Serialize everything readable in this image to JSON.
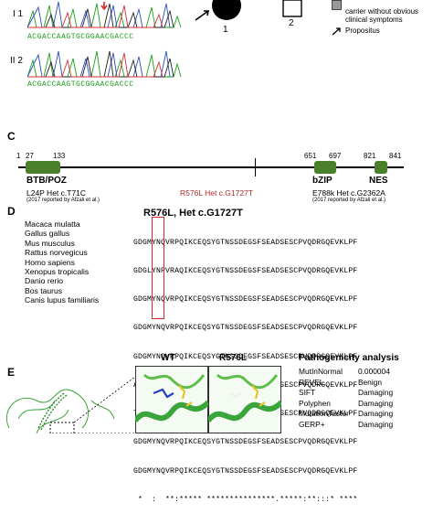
{
  "panelA": {
    "row1_label": "I 1",
    "row2_label": "II 2",
    "seq1": "ACGACCAAGTGCGGAACGACCC",
    "seq2": "ACGACCAAGTGCGGAACGACCC",
    "trace_colors": [
      "#1a9e1a",
      "#222222",
      "#d43030",
      "#2a4ec4"
    ]
  },
  "panelB": {
    "node1": "1",
    "node2": "2",
    "legend_carrier": "carrier without obvious clinical symptoms",
    "legend_propositus": "Propositus"
  },
  "panelC": {
    "letter": "C",
    "positions": [
      "1",
      "27",
      "133",
      "651",
      "697",
      "821",
      "841"
    ],
    "domains": [
      "BTB/POZ",
      "bZIP",
      "NES"
    ],
    "mutations": [
      {
        "text": "L24P Het c.T71C",
        "note": "(2017 reported  by Afzali et al.)"
      },
      {
        "text": "R576L Het c.G1727T",
        "note": ""
      },
      {
        "text": "E788k Het c.G2362A",
        "note": "(2017 reported  by Afzali et al.)"
      }
    ],
    "domain_color": "#4a7f2c",
    "highlight_color": "#b02a2a"
  },
  "panelD": {
    "letter": "D",
    "title": "R576L, Het c.G1727T",
    "rows": [
      {
        "species": "Macaca mulatta",
        "seq": "GDGMYNQVRPQIKCEQSYGTNSSDEGSFSEADSESCPVQDRGQEVKLPF"
      },
      {
        "species": "Gallus gallus",
        "seq": "GDGLYNPVRAQIKCEQSYGTNSSDEGSFSEADSESCPVQDRGQEVKLPF"
      },
      {
        "species": "Mus musculus",
        "seq": "GDGMYNQVRPQIKCEQSYGTNSSDEGSFSEADSESCPVQDRGQEVKLPF"
      },
      {
        "species": "Rattus norvegicus",
        "seq": "GDGMYNQVRPQIKCEQSYGTNSSDEGSFSEADSESCPVQDRGQEVKLPF"
      },
      {
        "species": "Homo sapiens",
        "seq": "GDGMYNQVRPQIKCEQSYGTNSSDEGSFSEADSESCPVQDRGQEVKLPF"
      },
      {
        "species": "Xenopus tropicalis",
        "seq": "AD--YNQVRPQIKCEQSYGTNSSDEGSFSEADSESCPVQDRGQEVKLPF"
      },
      {
        "species": "Danio rerio",
        "seq": "TDALFARVRPQIKCEQSYGTNSSDEGSFSEADSESCPVQDRGQEVKLPF"
      },
      {
        "species": "Bos taurus",
        "seq": "GDGMYNQVRPQIKCEQSYGTNSSDEGSFSEADSESCPVQDRGQEVKLPF"
      },
      {
        "species": "Canis lupus familiaris",
        "seq": "GDGMYNQVRPQIKCEQSYGTNSSDEGSFSEADSESCPVQDRGQEVKLPF"
      }
    ],
    "consensus": " *  :  **:***** ***************.*****:**:::* ****",
    "box_color": "#d42a2a"
  },
  "panelE": {
    "letter": "E",
    "wt_label": "WT",
    "mut_label": "R576L",
    "analysis_title": "Pathogenicity analysis",
    "analysis": [
      {
        "tool": "MutInNormal",
        "result": "0.000004"
      },
      {
        "tool": "REVEL",
        "result": "Benign"
      },
      {
        "tool": "SIFT",
        "result": "Damaging"
      },
      {
        "tool": "Polyphen",
        "result": "Damaging"
      },
      {
        "tool": "MutationTaster",
        "result": "Damaging"
      },
      {
        "tool": "GERP+",
        "result": "Damaging"
      }
    ],
    "protein_color": "#3aa53a"
  }
}
